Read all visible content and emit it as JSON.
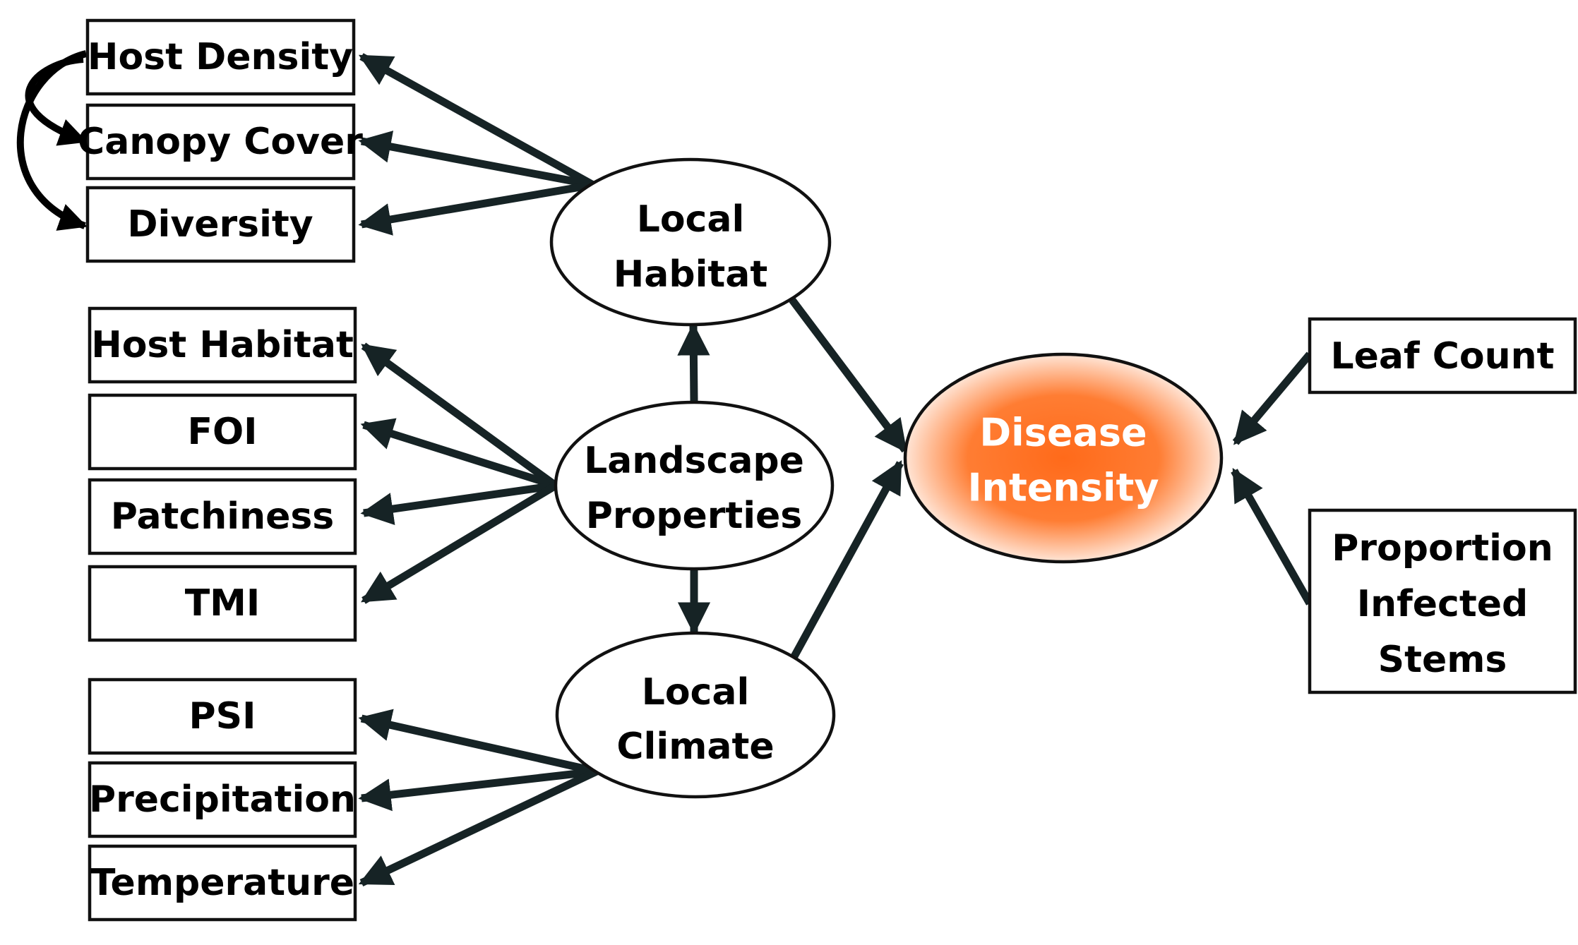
{
  "diagram": {
    "latent": {
      "local_habitat": [
        "Local",
        "Habitat"
      ],
      "landscape_properties": [
        "Landscape",
        "Properties"
      ],
      "local_climate": [
        "Local",
        "Climate"
      ],
      "disease_intensity": [
        "Disease",
        "Intensity"
      ]
    },
    "indicators": {
      "host_density": "Host Density",
      "canopy_cover": "Canopy Cover",
      "diversity": "Diversity",
      "host_habitat": "Host Habitat",
      "foi": "FOI",
      "patchiness": "Patchiness",
      "tmi": "TMI",
      "psi": "PSI",
      "precipitation": "Precipitation",
      "temperature": "Temperature",
      "leaf_count": "Leaf Count",
      "proportion_infected_stems": [
        "Proportion",
        "Infected",
        "Stems"
      ]
    },
    "colors": {
      "arrow": "#162325",
      "core_fill_center": "#ff6a1a",
      "core_fill_edge": "#ffffff",
      "core_text": "#ffffff"
    }
  }
}
